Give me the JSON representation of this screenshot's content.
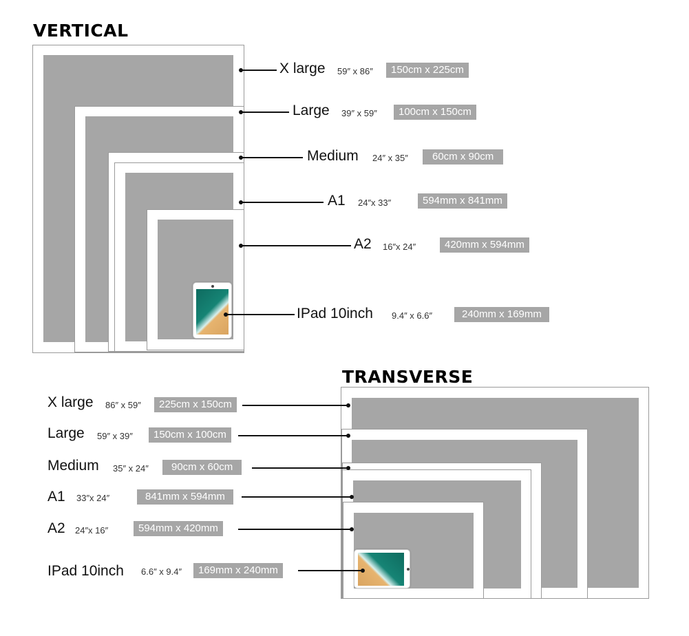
{
  "vertical": {
    "title": "VERTICAL",
    "items": [
      {
        "name": "X large",
        "inches": "59″ x 86″",
        "metric": "150cm x 225cm"
      },
      {
        "name": "Large",
        "inches": "39″ x 59″",
        "metric": "100cm x 150cm"
      },
      {
        "name": "Medium",
        "inches": "24″ x 35″",
        "metric": "60cm x 90cm"
      },
      {
        "name": "A1",
        "inches": "24″x 33″",
        "metric": "594mm x 841mm"
      },
      {
        "name": "A2",
        "inches": "16″x 24″",
        "metric": "420mm x 594mm"
      },
      {
        "name": "IPad 10inch",
        "inches": "9.4″ x 6.6″",
        "metric": "240mm x 169mm"
      }
    ]
  },
  "transverse": {
    "title": "TRANSVERSE",
    "items": [
      {
        "name": "X large",
        "inches": "86″ x 59″",
        "metric": "225cm x 150cm"
      },
      {
        "name": "Large",
        "inches": "59″ x 39″",
        "metric": "150cm x 100cm"
      },
      {
        "name": "Medium",
        "inches": "35″ x 24″",
        "metric": "90cm x 60cm"
      },
      {
        "name": "A1",
        "inches": "33″x 24″",
        "metric": "841mm x 594mm"
      },
      {
        "name": "A2",
        "inches": "24″x 16″",
        "metric": "594mm x 420mm"
      },
      {
        "name": "IPad 10inch",
        "inches": "6.6″ x 9.4″",
        "metric": "169mm x 240mm"
      }
    ]
  },
  "colors": {
    "mat": "#a6a6a6",
    "frame_border": "#9a9a9a",
    "text": "#111111",
    "badge_text": "#ffffff"
  }
}
